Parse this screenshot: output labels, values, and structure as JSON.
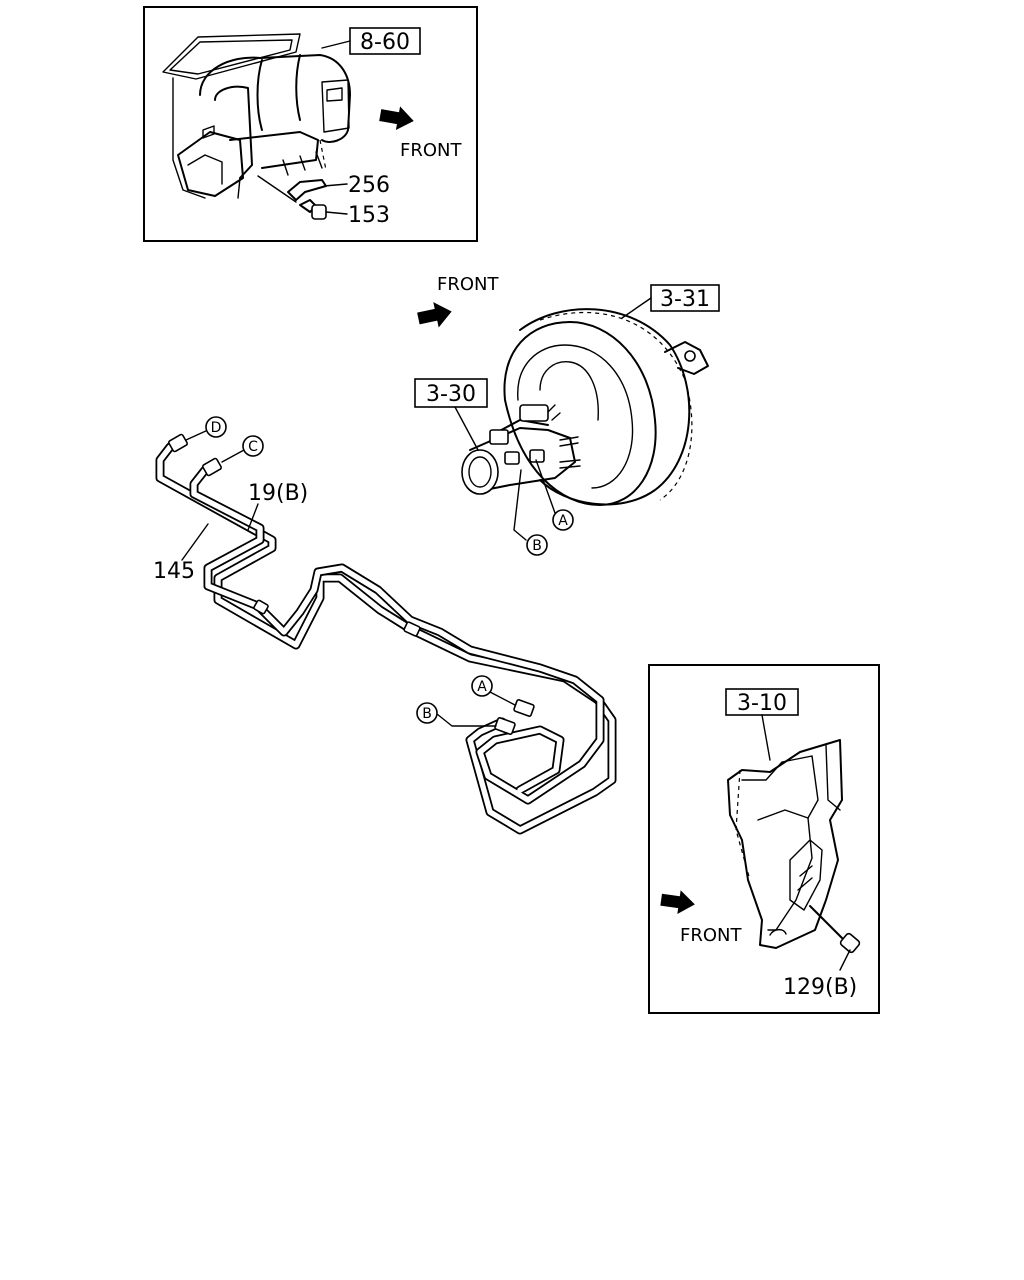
{
  "panels": {
    "heater_unit": {
      "ref_label": "8-60",
      "direction_label": "FRONT",
      "parts": [
        "256",
        "153"
      ]
    },
    "brake_booster": {
      "direction_label": "FRONT",
      "ref_labels": [
        "3-31",
        "3-30"
      ],
      "callouts": [
        "A",
        "B"
      ]
    },
    "brake_pipes": {
      "parts": [
        "145",
        "19(B)"
      ],
      "callouts": [
        "D",
        "C",
        "A",
        "B"
      ]
    },
    "pedal_bracket": {
      "ref_label": "3-10",
      "direction_label": "FRONT",
      "parts": [
        "129(B)"
      ]
    }
  },
  "icons": [
    "front-direction-arrow",
    "circled-callout"
  ]
}
